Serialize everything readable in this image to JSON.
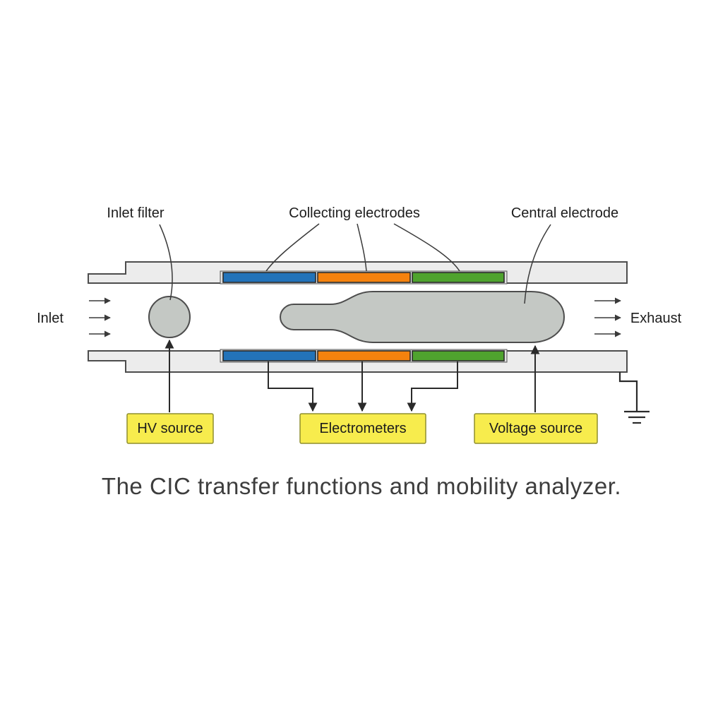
{
  "caption": "The CIC transfer functions and mobility analyzer.",
  "labels": {
    "inlet_filter": "Inlet filter",
    "collecting_electrodes": "Collecting electrodes",
    "central_electrode": "Central electrode",
    "inlet": "Inlet",
    "exhaust": "Exhaust"
  },
  "source_boxes": {
    "hv_source": "HV source",
    "electrometers": "Electrometers",
    "voltage_source": "Voltage source"
  },
  "colors": {
    "electrode_blue": "#2373b9",
    "electrode_orange": "#f5820e",
    "electrode_green": "#4fa32e",
    "electrode_body_gray": "#c4c8c4",
    "tube_wall_gray": "#ececec",
    "mount_gray": "#e0e0e0",
    "source_box_yellow": "#f7ec4d"
  }
}
